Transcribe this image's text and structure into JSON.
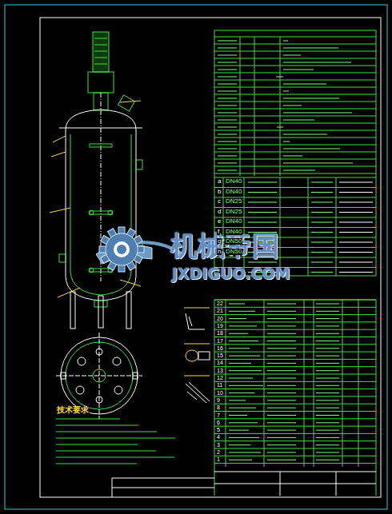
{
  "diagram": {
    "labels": [
      "机械帝国",
      "JXDIGUO.COM",
      "技术要求",
      "a",
      "b",
      "c",
      "d",
      "e",
      "f",
      "g",
      "h",
      "DN40",
      "DN40",
      "DN25",
      "DN25",
      "DN40",
      "DN40",
      "DN50",
      "DN50",
      "22",
      "21",
      "20",
      "19",
      "18",
      "17",
      "16",
      "15",
      "14",
      "13",
      "12",
      "11",
      "10",
      "9",
      "8",
      "7",
      "6",
      "5",
      "4",
      "3",
      "2",
      "1"
    ]
  }
}
